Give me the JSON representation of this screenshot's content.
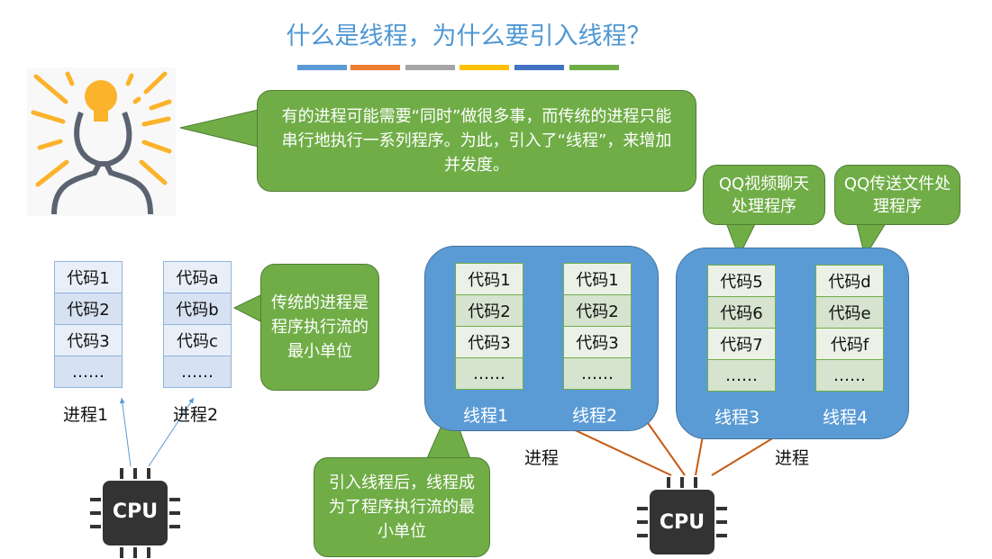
{
  "title": "什么是线程，为什么要引入线程？",
  "title_bar_colors": [
    "#5b9bd5",
    "#ed7d31",
    "#a5a5a5",
    "#ffc000",
    "#4472c4",
    "#70ad47"
  ],
  "callouts": {
    "intro": "有的进程可能需要“同时”做很多事，而传统的进程只能串行地执行一系列程序。为此，引入了“线程”，来增加并发度。",
    "traditional": "传统的进程是程序执行流的最小单位",
    "after": "引入线程后，线程成为了程序执行流的最小单位",
    "qq_video": "QQ视频聊天处理程序",
    "qq_file": "QQ传送文件处理程序"
  },
  "traditional_processes": [
    {
      "label": "进程1",
      "cells": [
        "代码1",
        "代码2",
        "代码3",
        "……"
      ]
    },
    {
      "label": "进程2",
      "cells": [
        "代码a",
        "代码b",
        "代码c",
        "……"
      ]
    }
  ],
  "processes": [
    {
      "label": "进程",
      "threads": [
        {
          "label": "线程1",
          "cells": [
            "代码1",
            "代码2",
            "代码3",
            "……"
          ]
        },
        {
          "label": "线程2",
          "cells": [
            "代码1",
            "代码2",
            "代码3",
            "……"
          ]
        }
      ]
    },
    {
      "label": "进程",
      "threads": [
        {
          "label": "线程3",
          "cells": [
            "代码5",
            "代码6",
            "代码7",
            "……"
          ]
        },
        {
          "label": "线程4",
          "cells": [
            "代码d",
            "代码e",
            "代码f",
            "……"
          ]
        }
      ]
    }
  ],
  "cpu_label": "CPU",
  "colors": {
    "accent_blue": "#5b9bd5",
    "callout_green": "#70ad47",
    "arrow_orange": "#c55a11"
  }
}
